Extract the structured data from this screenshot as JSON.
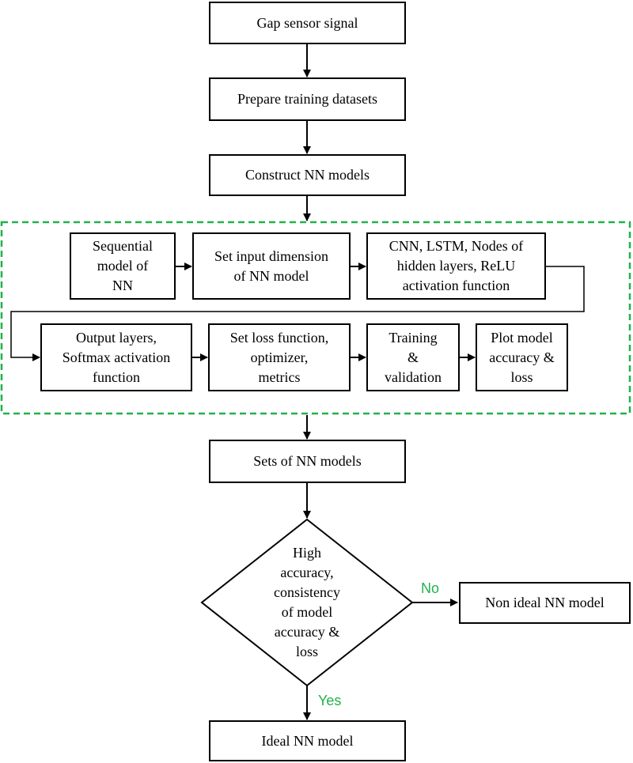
{
  "colors": {
    "stroke": "#000000",
    "group_border": "#22b14c",
    "edge_label": "#22b14c",
    "background": "#ffffff"
  },
  "steps": {
    "gap_sensor_signal": "Gap sensor signal",
    "prepare_datasets": "Prepare training datasets",
    "construct_models": "Construct NN models",
    "sets_of_models": "Sets of NN models",
    "ideal_model": "Ideal NN model",
    "non_ideal_model": "Non ideal NN model"
  },
  "group": {
    "sequential_model": "Sequential\nmodel of\nNN",
    "input_dimension": "Set input dimension\nof NN model",
    "hidden_layers": "CNN, LSTM, Nodes of\nhidden layers, ReLU\nactivation function",
    "output_layers": "Output layers,\nSoftmax activation\nfunction",
    "loss_function": "Set loss function,\noptimizer,\nmetrics",
    "training": "Training\n&\nvalidation",
    "plot_model": "Plot model\naccuracy &\nloss"
  },
  "decision": {
    "text": "High\naccuracy,\nconsistency\nof model\naccuracy &\nloss",
    "no_label": "No",
    "yes_label": "Yes"
  }
}
